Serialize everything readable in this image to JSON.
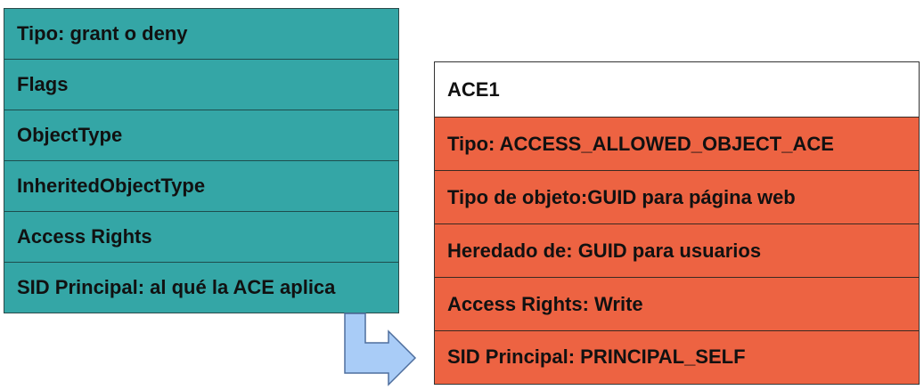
{
  "left_box": {
    "rows": [
      "Tipo: grant o deny",
      "Flags",
      "ObjectType",
      "InheritedObjectType",
      "Access Rights",
      "SID Principal: al qué la ACE aplica"
    ]
  },
  "right_box": {
    "title": "ACE1",
    "rows": [
      "Tipo: ACCESS_ALLOWED_OBJECT_ACE",
      "Tipo de objeto:GUID para página web",
      "Heredado de: GUID para usuarios",
      "Access Rights: Write",
      "SID Principal: PRINCIPAL_SELF"
    ]
  },
  "colors": {
    "left_fill": "#34a6a6",
    "right_fill": "#ed6342",
    "arrow_fill": "#a9ccf7"
  },
  "icons": {
    "connector": "bent-arrow-icon"
  }
}
